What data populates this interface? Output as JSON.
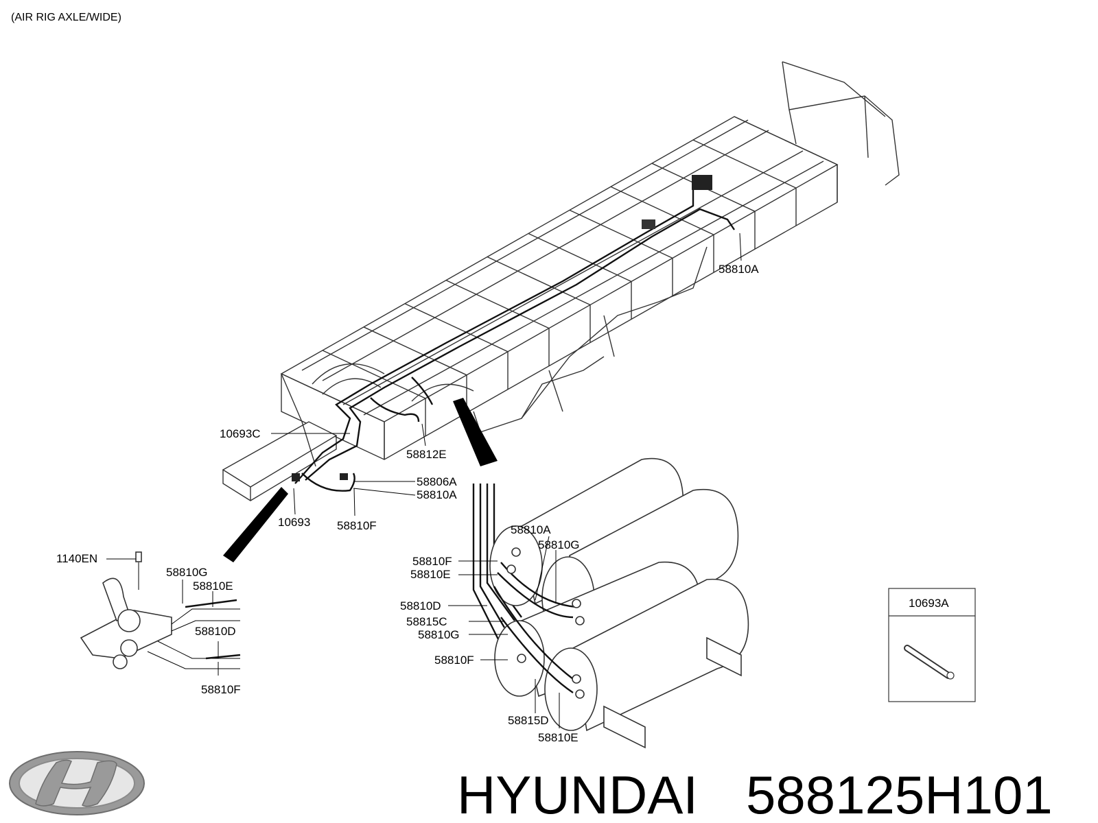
{
  "title": "(AIR RIG AXLE/WIDE)",
  "brand": {
    "name": "HYUNDAI",
    "part_number": "588125H101"
  },
  "labels": {
    "l_58810A_top": "58810A",
    "l_10693C": "10693C",
    "l_58812E": "58812E",
    "l_58806A": "58806A",
    "l_58810A_mid": "58810A",
    "l_10693": "10693",
    "l_58810F_mid": "58810F",
    "l_1140EN": "1140EN",
    "l_58810G_left": "58810G",
    "l_58810E_left": "58810E",
    "l_58810D_left": "58810D",
    "l_58810F_left": "58810F",
    "l_58810A_tank": "58810A",
    "l_58810G_tank": "58810G",
    "l_58810F_tank": "58810F",
    "l_58810E_tank": "58810E",
    "l_58810D_tank": "58810D",
    "l_58815C_tank": "58815C",
    "l_58810G_tank2": "58810G",
    "l_58810F_tank2": "58810F",
    "l_58815D_tank": "58815D",
    "l_58810E_bottom": "58810E",
    "l_10693A": "10693A"
  },
  "colors": {
    "ink": "#000000",
    "logo": "#8a8a8a",
    "background": "#ffffff"
  }
}
